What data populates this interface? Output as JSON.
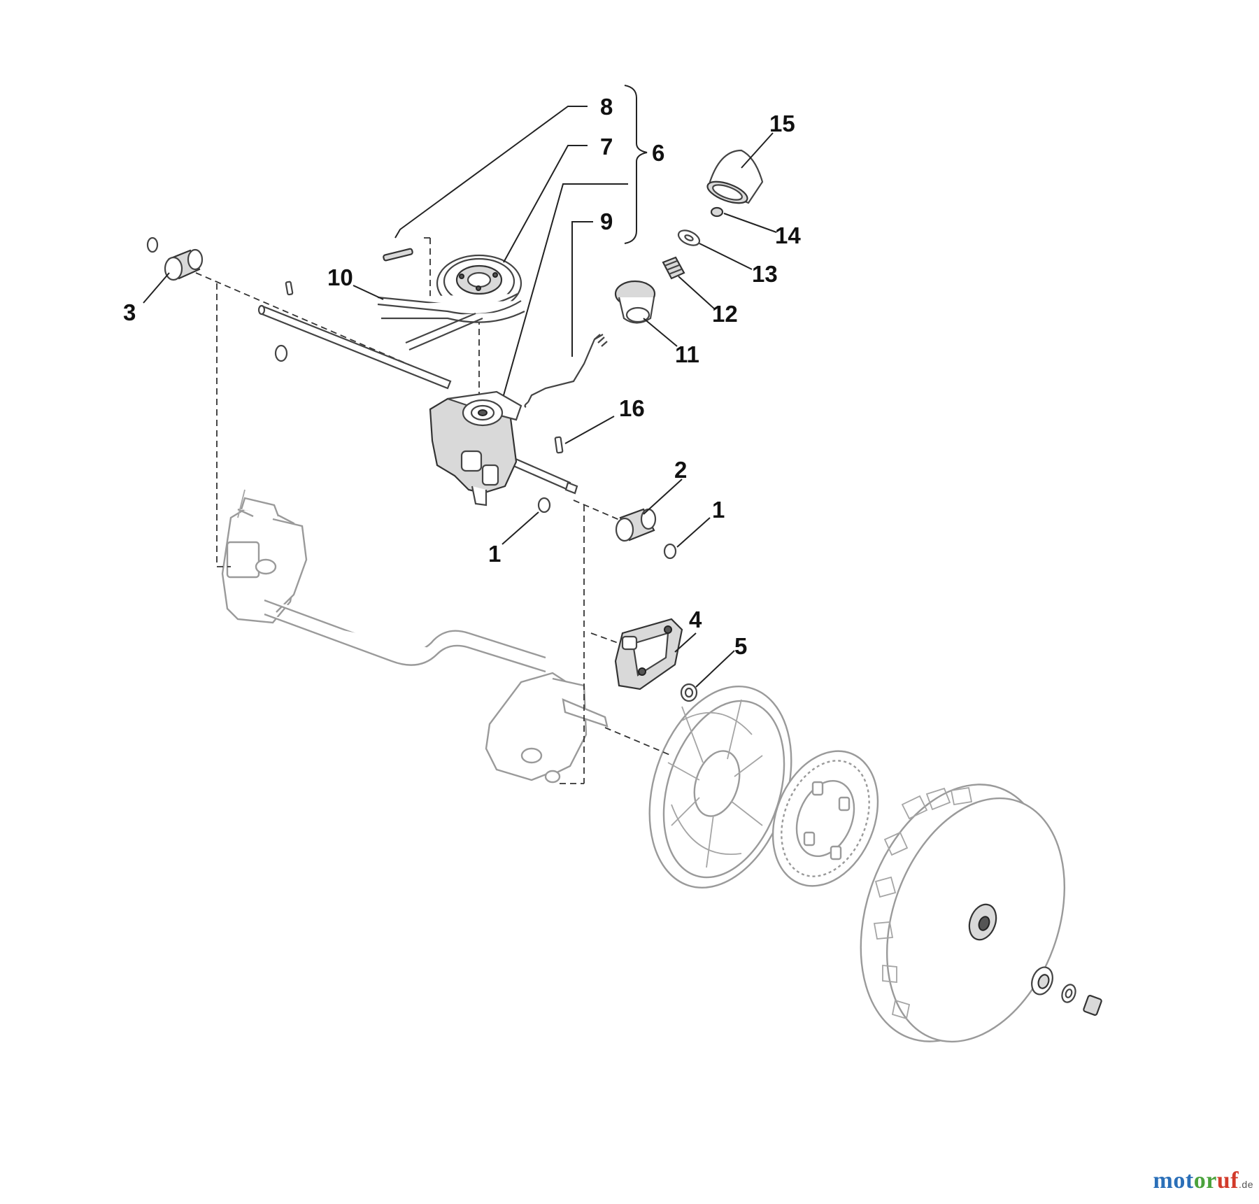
{
  "callouts": {
    "c1a": "1",
    "c1b": "1",
    "c2": "2",
    "c3": "3",
    "c4": "4",
    "c5": "5",
    "c6": "6",
    "c7": "7",
    "c8": "8",
    "c9": "9",
    "c10": "10",
    "c11": "11",
    "c12": "12",
    "c13": "13",
    "c14": "14",
    "c15": "15",
    "c16": "16"
  },
  "watermark": {
    "part1": "mot",
    "part2": "or",
    "part3": "uf",
    "tld": ".de"
  },
  "colors": {
    "line": "#222222",
    "ghost_part": "#9a9a9a",
    "brand_blue": "#2a6fb8",
    "brand_green": "#4aa23c",
    "brand_red": "#d23b2b"
  }
}
